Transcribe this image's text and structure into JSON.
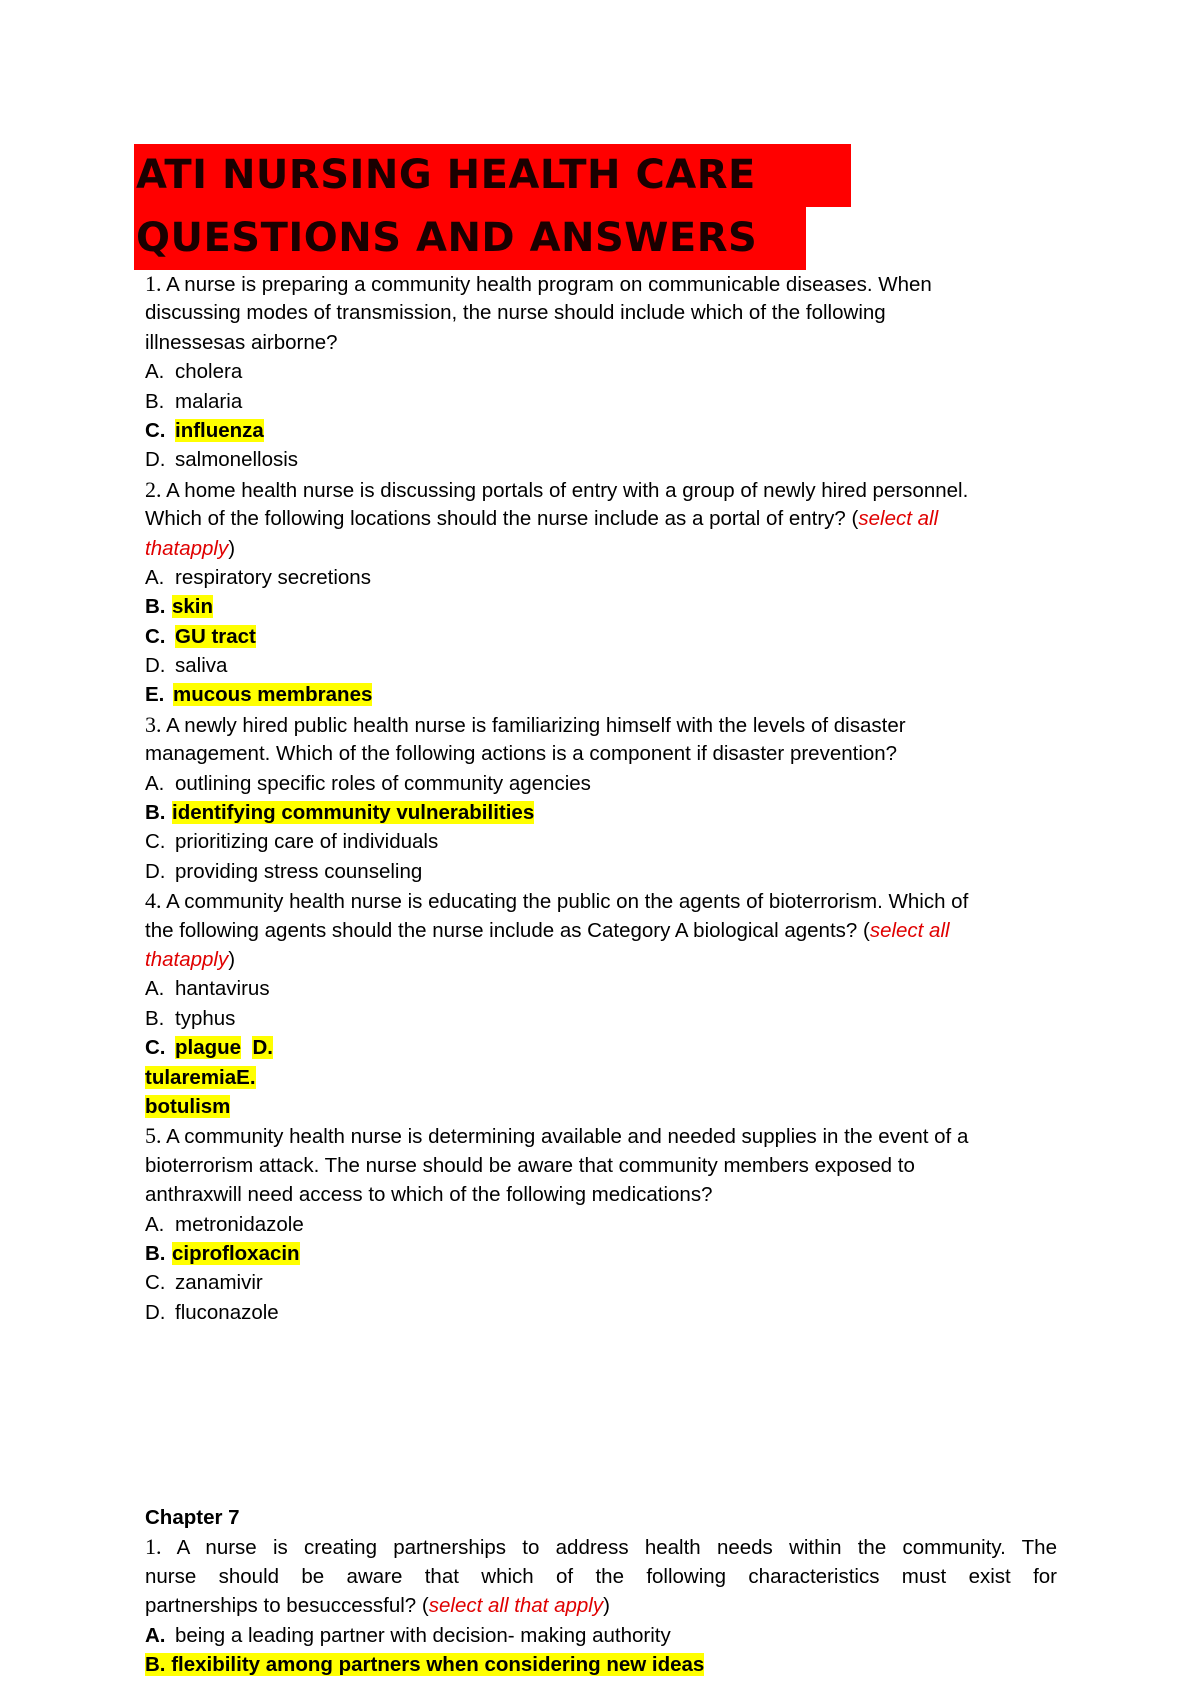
{
  "title": {
    "line1": "ATI NURSING HEALTH CARE",
    "line2": "QUESTIONS AND ANSWERS"
  },
  "colors": {
    "title_bg": "#ff0000",
    "highlight": "#ffff00",
    "italic_note": "#e00000"
  },
  "q1": {
    "num": "1.",
    "line1": " A nurse is preparing a community health program on communicable diseases. When",
    "line2": "discussing modes of transmission, the nurse should include which of the following",
    "line3": "illnessesas airborne?",
    "a": "A.",
    "a_text": "cholera",
    "b": "B.",
    "b_text": "malaria",
    "c": "C.",
    "c_text": "influenza",
    "d": "D.",
    "d_text": "salmonellosis"
  },
  "q2": {
    "num": "2.",
    "line1": " A home health nurse is discussing portals of entry with a group of newly hired personnel.",
    "line2": "Which of the following locations should the nurse include as a portal of entry? (",
    "line2_red": "select all",
    "line3_red": "thatapply",
    "line3_end": ")",
    "a": "A.",
    "a_text": "respiratory secretions",
    "b": "B.",
    "b_text": "skin",
    "c": "C.",
    "c_text": "GU tract",
    "d": "D.",
    "d_text": "saliva",
    "e": "E.",
    "e_text": "mucous membranes"
  },
  "q3": {
    "num": "3.",
    "line1": " A newly hired public health nurse is familiarizing himself with the levels of disaster",
    "line2": "management. Which of the following actions is a component if disaster prevention?",
    "a": "A.",
    "a_text": "outlining specific roles of community agencies",
    "b": "B.",
    "b_text": "identifying community vulnerabilities",
    "c": "C.",
    "c_text": "prioritizing care of individuals",
    "d": "D.",
    "d_text": "providing stress counseling"
  },
  "q4": {
    "num": "4.",
    "line1": " A community health nurse is educating the public on the agents of bioterrorism. Which of",
    "line2": "the following agents should the nurse include as Category A biological agents? (",
    "line2_red": "select all",
    "line3_red": "thatapply",
    "line3_end": ")",
    "a": "A.",
    "a_text": "hantavirus",
    "b": "B.",
    "b_text": "typhus",
    "c": "C.",
    "c_text": "plague",
    "d_inline": "D.",
    "d_text_wrap": "tularemiaE.",
    "e_text_wrap": "botulism"
  },
  "q5": {
    "num": "5.",
    "line1": " A community health nurse is determining available and needed supplies in the event of a",
    "line2": "bioterrorism attack. The nurse should be aware that community members exposed to",
    "line3": "anthraxwill need access to which of the following medications?",
    "a": "A.",
    "a_text": "metronidazole",
    "b": "B.",
    "b_text": "ciprofloxacin",
    "c": "C.",
    "c_text": "zanamivir",
    "d": "D.",
    "d_text": "fluconazole"
  },
  "chapter": {
    "heading": "Chapter 7",
    "q1_num": "1.",
    "q1_line1": " A nurse is creating partnerships to address health needs within the community. The",
    "q1_line2": "nurse should be aware that which of the following characteristics must exist for",
    "q1_line3": "partnerships to besuccessful? (",
    "q1_line3_red": "select all that apply",
    "q1_line3_end": ")",
    "a": "A.",
    "a_text": "being a leading partner with decision- making authority",
    "b_full": "B. flexibility among partners when considering new ideas"
  }
}
